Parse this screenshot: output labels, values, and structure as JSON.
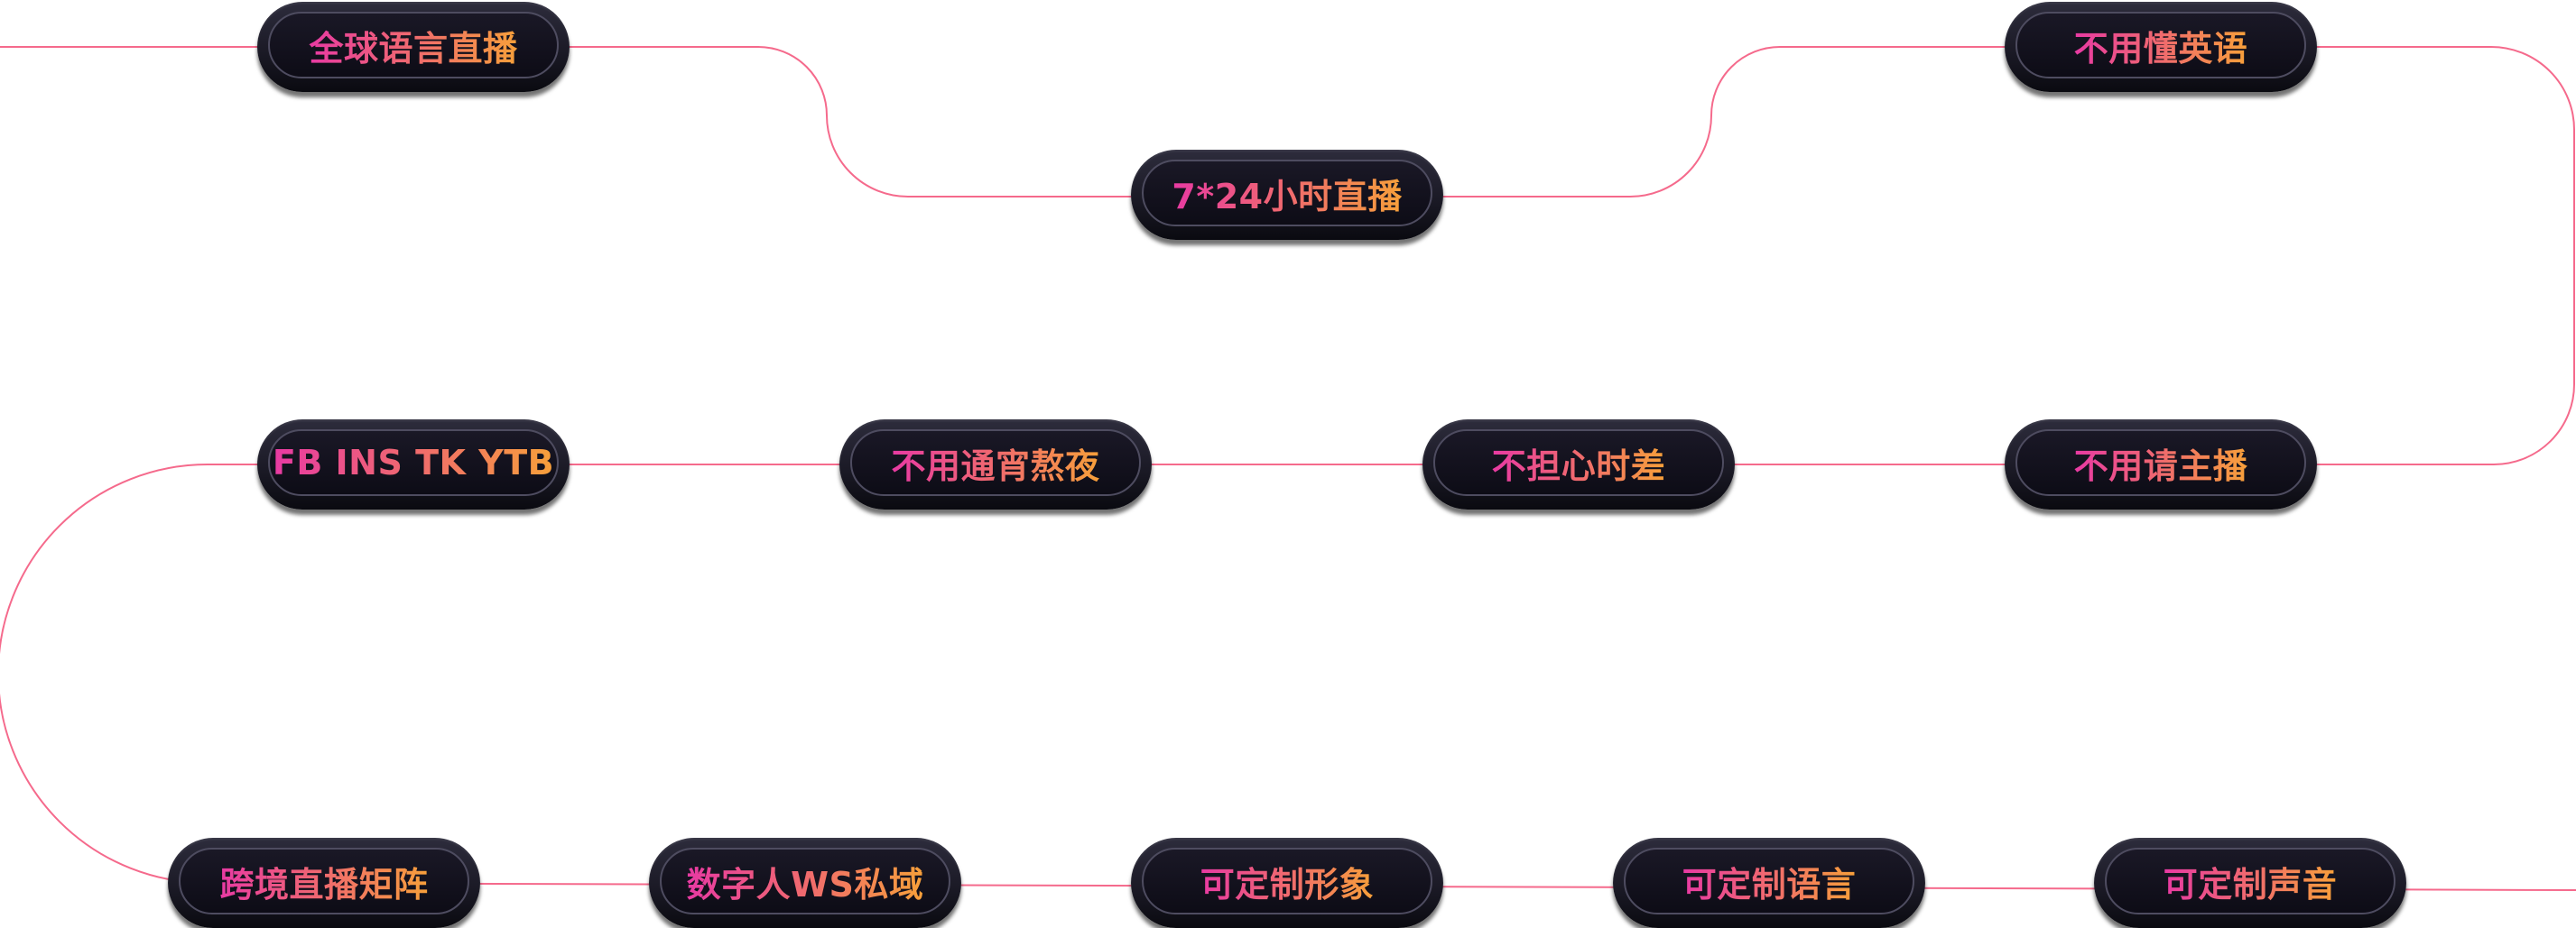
{
  "diagram": {
    "line_color": "#f56a8c",
    "gradient_colors": [
      "#e83aa3",
      "#f06a6e",
      "#f7a03a"
    ],
    "nodes": [
      {
        "label": "全球语言直播"
      },
      {
        "label": "7*24小时直播"
      },
      {
        "label": "不用懂英语"
      },
      {
        "label": "FB INS TK YTB"
      },
      {
        "label": "不用通宵熬夜"
      },
      {
        "label": "不担心时差"
      },
      {
        "label": "不用请主播"
      },
      {
        "label": "跨境直播矩阵"
      },
      {
        "label": "数字人WS私域"
      },
      {
        "label": "可定制形象"
      },
      {
        "label": "可定制语言"
      },
      {
        "label": "可定制声音"
      }
    ]
  }
}
